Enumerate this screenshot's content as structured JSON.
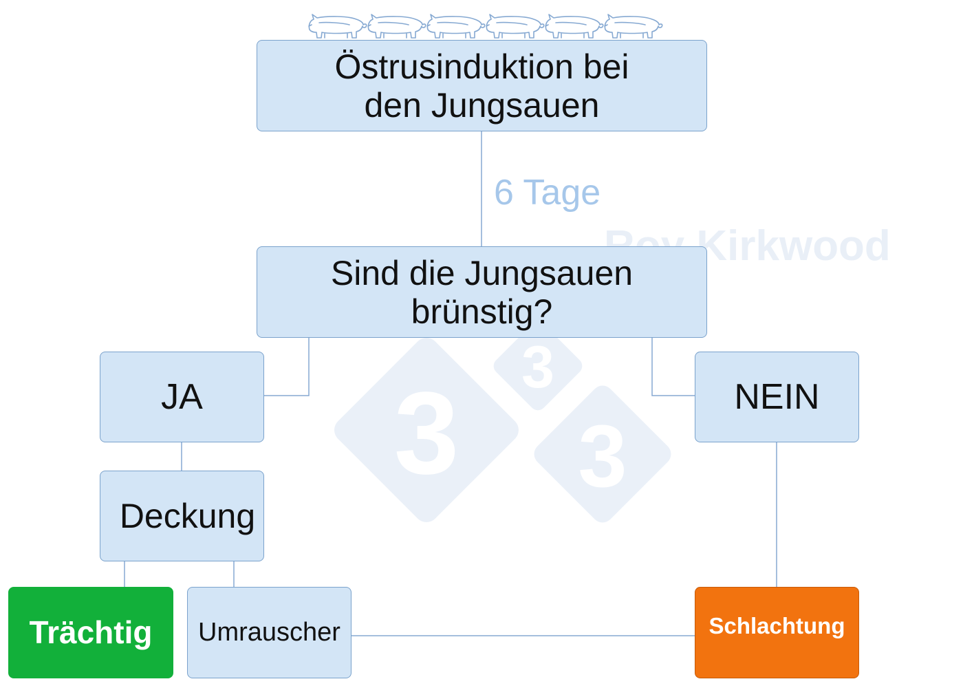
{
  "diagram": {
    "nodes": {
      "root": {
        "lines": [
          "Östrusinduktion bei",
          "den Jungsauen"
        ]
      },
      "question": {
        "lines": [
          "Sind die Jungsauen",
          "brünstig?"
        ]
      },
      "ja": {
        "label": "JA"
      },
      "nein": {
        "label": "NEIN"
      },
      "deckung": {
        "label": "Deckung"
      },
      "traechtig": {
        "label": "Trächtig"
      },
      "umrauscher": {
        "label": "Umrauscher"
      },
      "schlachtung": {
        "label": "Schlachtung"
      }
    },
    "edges": [
      {
        "from": "root",
        "to": "question",
        "label": "6 Tage"
      },
      {
        "from": "question",
        "to": "ja"
      },
      {
        "from": "question",
        "to": "nein"
      },
      {
        "from": "ja",
        "to": "deckung"
      },
      {
        "from": "deckung",
        "to": "traechtig"
      },
      {
        "from": "deckung",
        "to": "umrauscher"
      },
      {
        "from": "nein",
        "to": "schlachtung"
      },
      {
        "from": "umrauscher",
        "to": "schlachtung"
      }
    ]
  },
  "watermark": {
    "text": "Roy Kirkwood",
    "logo_digits": [
      "3",
      "3",
      "3"
    ]
  },
  "decoration": {
    "pig_count": 6
  },
  "colors": {
    "box_fill": "#d3e5f6",
    "box_border": "#7aa2cc",
    "connector": "#86a9d2",
    "pregnant_fill": "#12b03a",
    "slaughter_fill": "#f2730f",
    "edge_label": "#a6c7ea",
    "watermark": "#eaf0f8"
  }
}
